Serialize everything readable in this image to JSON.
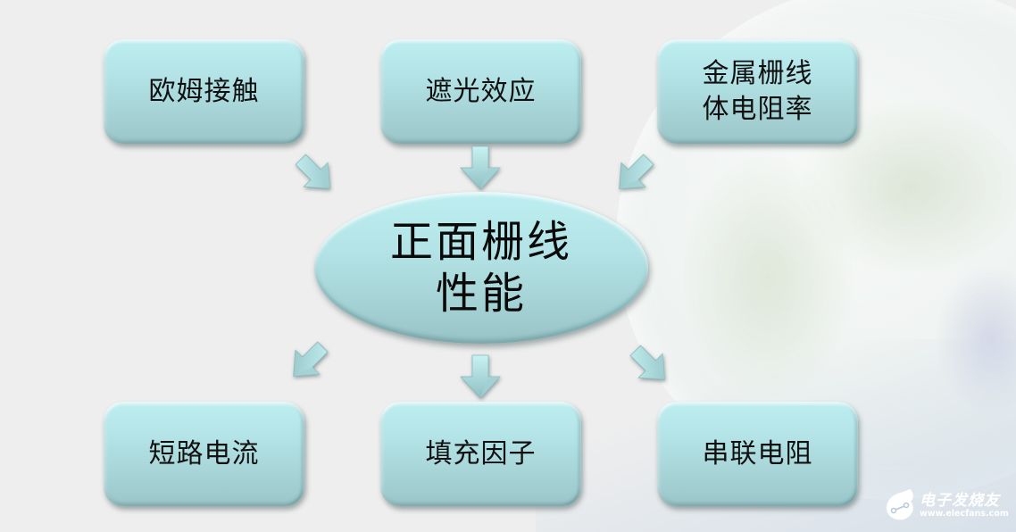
{
  "diagram": {
    "center": {
      "label": "正面栅线\n性能"
    },
    "inputs": [
      {
        "label": "欧姆接触"
      },
      {
        "label": "遮光效应"
      },
      {
        "label": "金属栅线\n体电阻率"
      }
    ],
    "outputs": [
      {
        "label": "短路电流"
      },
      {
        "label": "填充因子"
      },
      {
        "label": "串联电阻"
      }
    ],
    "arrows": [
      {
        "from": "欧姆接触",
        "to": "正面栅线性能",
        "direction": "down-right"
      },
      {
        "from": "遮光效应",
        "to": "正面栅线性能",
        "direction": "down"
      },
      {
        "from": "金属栅线体电阻率",
        "to": "正面栅线性能",
        "direction": "down-left"
      },
      {
        "from": "正面栅线性能",
        "to": "短路电流",
        "direction": "down-left"
      },
      {
        "from": "正面栅线性能",
        "to": "填充因子",
        "direction": "down"
      },
      {
        "from": "正面栅线性能",
        "to": "串联电阻",
        "direction": "down-right"
      }
    ],
    "colors": {
      "background": "#eeeeee",
      "shape_fill_top": "#bdeef0",
      "shape_fill_bottom": "#9cc6c9",
      "text": "#111111"
    }
  },
  "watermark": {
    "title": "电子发烧友",
    "url": "www.elecfans.com",
    "icon": "elecfans-logo-icon"
  }
}
